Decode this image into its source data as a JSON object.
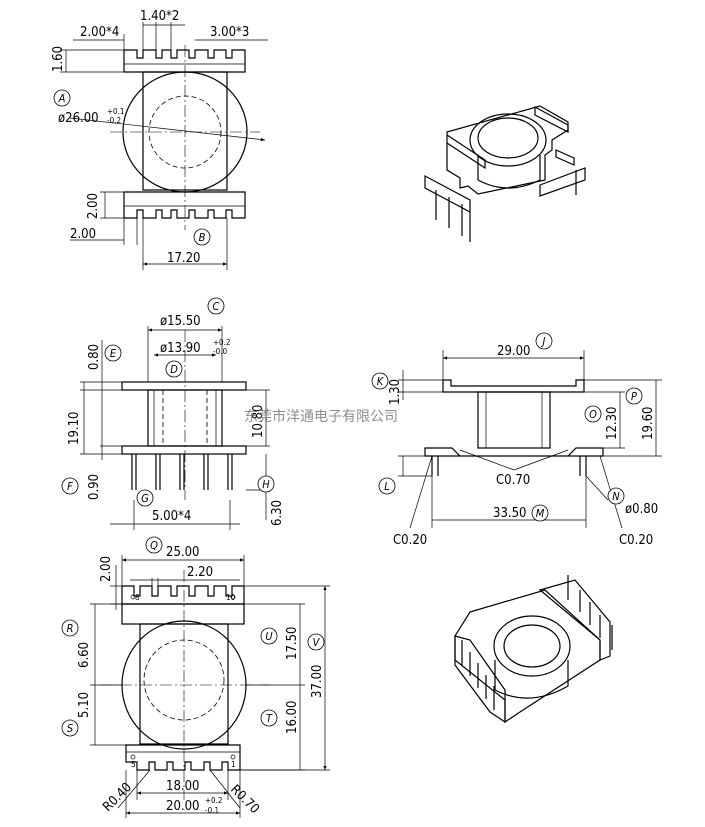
{
  "watermark": "东莞市洋通电子有限公司",
  "top_view": {
    "dims": {
      "pitch_a": "2.00*4",
      "pitch_b": "1.40*2",
      "pitch_c": "3.00*3",
      "height": "1.60",
      "diameter": "ø26.00",
      "dia_tol_up": "+0.1",
      "dia_tol_dn": "-0.2",
      "step": "2.00",
      "side": "2.00",
      "width": "17.20"
    },
    "labels": {
      "A": "A",
      "B": "B"
    }
  },
  "front_view": {
    "dims": {
      "outer_dia": "ø15.50",
      "inner_dia": "ø13.90",
      "inner_tol_up": "+0.2",
      "inner_tol_dn": "-0.0",
      "flange": "0.80",
      "height": "19.10",
      "bobbin": "10.80",
      "base": "0.90",
      "pitch": "5.00*4",
      "pin_len": "6.30"
    },
    "labels": {
      "C": "C",
      "D": "D",
      "E": "E",
      "F": "F",
      "G": "G",
      "H": "H"
    }
  },
  "side_view": {
    "dims": {
      "width": "29.00",
      "h1": "1.30",
      "h2": "12.30",
      "h3": "19.60",
      "chamfer_mid": "C0.70",
      "span": "33.50",
      "pin_dia": "ø0.80",
      "chamfer_l": "C0.20",
      "chamfer_r": "C0.20"
    },
    "labels": {
      "J": "J",
      "K": "K",
      "L": "L",
      "M": "M",
      "N": "N",
      "O": "O",
      "P": "P"
    }
  },
  "bottom_view": {
    "dims": {
      "top_w": "25.00",
      "top_h": "2.00",
      "slot": "2.20",
      "r_h": "6.60",
      "s_h": "5.10",
      "u_h": "17.50",
      "t_h": "16.00",
      "v_h": "37.00",
      "inner_w": "18.00",
      "outer_w": "20.00",
      "outer_tol_up": "+0.2",
      "outer_tol_dn": "-0.1",
      "r1": "R0.40",
      "r2": "R0.70",
      "pin8": "8",
      "pin10": "10",
      "pin5": "5",
      "pin1": "1"
    },
    "labels": {
      "Q": "Q",
      "R": "R",
      "S": "S",
      "T": "T",
      "U": "U",
      "V": "V"
    }
  },
  "iso_views": {
    "top": "isometric-bobbin-top",
    "bottom": "isometric-bobbin-bottom"
  }
}
